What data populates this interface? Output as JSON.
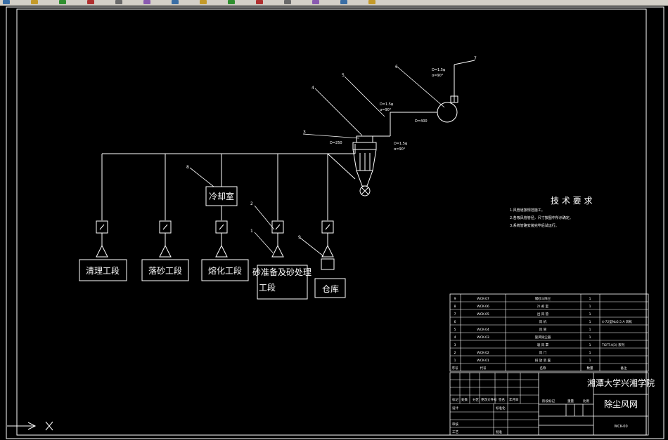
{
  "toolbar": {
    "icons": [
      "folder-icon",
      "save-icon",
      "undo-icon",
      "redo-icon",
      "print-icon",
      "cut-icon",
      "copy-icon",
      "paste-icon",
      "match-icon",
      "layer-icon",
      "zoom-icon",
      "pan-icon",
      "properties-icon",
      "layer-state-icon"
    ],
    "colors": [
      "#3a6ea5",
      "#c49a2a",
      "#2f8f2f",
      "#b03030",
      "#6a6a6a",
      "#8a5ab0"
    ]
  },
  "diagram": {
    "workshops": [
      {
        "id": "qingli",
        "label": "清理工段"
      },
      {
        "id": "luosha",
        "label": "落砂工段"
      },
      {
        "id": "ronghua",
        "label": "熔化工段"
      },
      {
        "id": "shachuli_line1",
        "label": "砂准备及砂处理"
      },
      {
        "id": "shachuli_line2",
        "label": "工段"
      },
      {
        "id": "cangku",
        "label": "仓库"
      }
    ],
    "cooling_room": "冷却室",
    "ducts": {
      "d1": "D=1.5φ",
      "a1": "α=90°",
      "d2": "D=1.5φ",
      "a2": "α=90°",
      "d3": "D=1.5φ",
      "a3": "α=90°",
      "d_main": "D=250",
      "d_fan": "D=400"
    },
    "callouts": [
      "1",
      "2",
      "3",
      "4",
      "5",
      "6",
      "7",
      "8",
      "9"
    ],
    "tech_req": {
      "title": "技 术 要 求",
      "lines": [
        "1.风管道按规范施工。",
        "2.各吸风管管径，尺寸按图中所示确定。",
        "3.系统管路安装完毕后试运行。"
      ]
    }
  },
  "parts_table": {
    "rows": [
      {
        "no": "9",
        "code": "WCK-07",
        "name": "储砂斗除尘",
        "qty": "1",
        "note": ""
      },
      {
        "no": "8",
        "code": "WCK-06",
        "name": "冷 却 室",
        "qty": "1",
        "note": ""
      },
      {
        "no": "7",
        "code": "WCK-05",
        "name": "出 风 管",
        "qty": "1",
        "note": ""
      },
      {
        "no": "6",
        "code": "",
        "name": "风 机",
        "qty": "1",
        "note": "4-72型No5.5 A 风机"
      },
      {
        "no": "5",
        "code": "WCK-04",
        "name": "风 管",
        "qty": "1",
        "note": ""
      },
      {
        "no": "4",
        "code": "WCK-03",
        "name": "旋风除尘器",
        "qty": "1",
        "note": ""
      },
      {
        "no": "3",
        "code": "",
        "name": "吸 风 罩",
        "qty": "1",
        "note": "TGFT.4(3) 系列"
      },
      {
        "no": "2",
        "code": "WCK-02",
        "name": "风 门",
        "qty": "1",
        "note": ""
      },
      {
        "no": "1",
        "code": "WCK-01",
        "name": "排 放 装 置",
        "qty": "1",
        "note": ""
      }
    ],
    "header": {
      "no": "序号",
      "code": "代号",
      "name": "名称",
      "qty": "数量",
      "note": "备注"
    }
  },
  "title_block": {
    "school": "湘潭大学兴湘学院",
    "drawing_name": "除尘风网",
    "drawing_no": "WCK-00",
    "labels": {
      "mark": "标记",
      "count": "处数",
      "zone": "分区",
      "change_doc": "更改文件号",
      "sign": "签名",
      "date": "年月日",
      "design": "设计",
      "standard": "标准化",
      "review": "审核",
      "process": "工艺",
      "approve": "批准",
      "stage": "阶段标记",
      "weight": "重量",
      "scale": "比例"
    }
  },
  "ucs": {
    "x": "X"
  }
}
